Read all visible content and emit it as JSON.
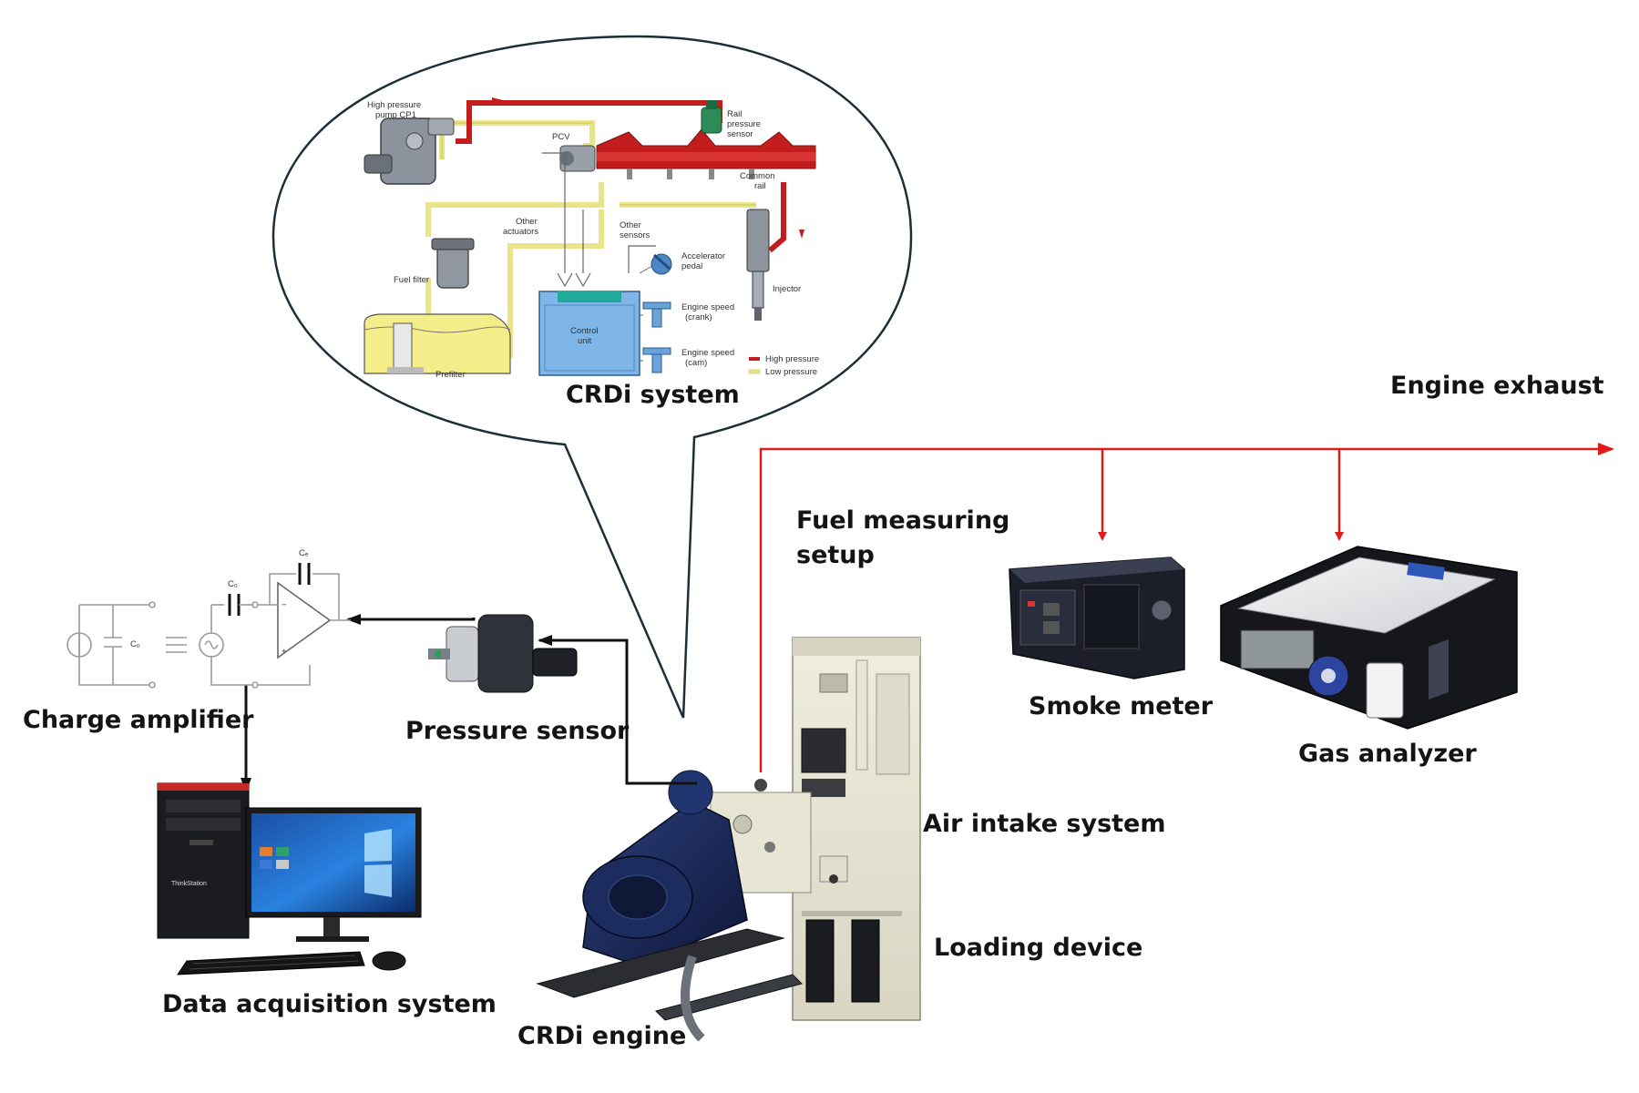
{
  "labels": {
    "crdi_system": "CRDi system",
    "engine_exhaust": "Engine exhaust",
    "fuel_measuring_1": "Fuel measuring",
    "fuel_measuring_2": "setup",
    "smoke_meter": "Smoke meter",
    "gas_analyzer": "Gas analyzer",
    "air_intake": "Air intake system",
    "loading_device": "Loading device",
    "crdi_engine": "CRDi engine",
    "charge_amplifier": "Charge amplifier",
    "pressure_sensor": "Pressure sensor",
    "data_acquisition": "Data acquisition system"
  },
  "crdi_schematic": {
    "high_pressure_pump": [
      "High pressure",
      "pump CP1"
    ],
    "pcv": "PCV",
    "rail_pressure_sensor": [
      "Rail",
      "pressure",
      "sensor"
    ],
    "common_rail": [
      "Common",
      "rail"
    ],
    "other_actuators": [
      "Other",
      "actuators"
    ],
    "other_sensors": [
      "Other",
      "sensors"
    ],
    "accelerator_pedal": [
      "Accelerator",
      "pedal"
    ],
    "fuel_filter": "Fuel filter",
    "injector": "Injector",
    "control_unit": [
      "Control",
      "unit"
    ],
    "engine_speed_crank": [
      "Engine speed",
      "(crank)"
    ],
    "engine_speed_cam": [
      "Engine speed",
      "(cam)"
    ],
    "prefilter": "Prefilter",
    "legend_high": "High pressure",
    "legend_low": "Low pressure"
  },
  "circuit": {
    "cs_left": "C₀",
    "cs_mid": "C₀",
    "cf": "Cₑ"
  },
  "device_text": {
    "thinkstation": "ThinkStation"
  },
  "colors": {
    "exhaust_line": "#e01b1b",
    "signal_line": "#111111",
    "high_pressure": "#c41d1d",
    "low_pressure": "#e9e48a",
    "control_unit": "#7fb6e8"
  }
}
